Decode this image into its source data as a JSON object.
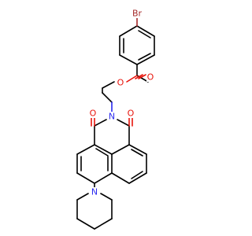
{
  "molecule": {
    "atom_labels": {
      "bromine": "Br",
      "ester_o_carbonyl": "O",
      "ester_o_link": "O",
      "imide_o_left": "O",
      "imide_o_right": "O",
      "imide_n": "N",
      "piperidine_n": "N"
    },
    "colors": {
      "bond": "#000000",
      "oxygen": "#e8140c",
      "nitrogen": "#2b2bf0",
      "bromine": "#a52a2a",
      "background": "#ffffff"
    }
  }
}
